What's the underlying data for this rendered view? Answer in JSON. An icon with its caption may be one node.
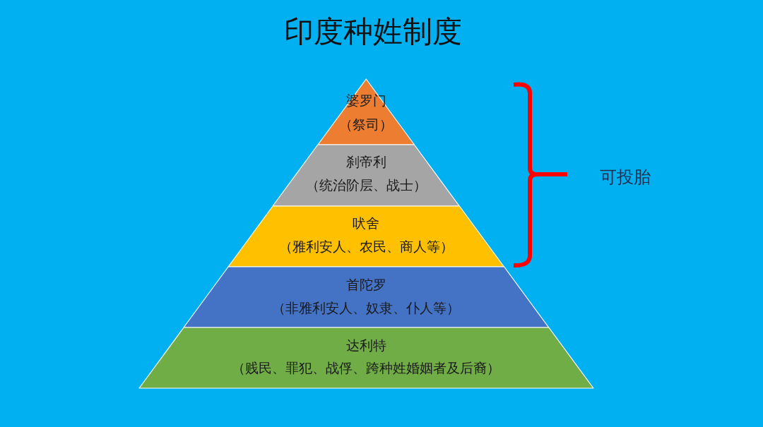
{
  "diagram": {
    "title": "印度种姓制度",
    "nodes": [
      {
        "text": [
          "婆罗门",
          "（祭司）"
        ]
      },
      {
        "text": [
          "刹帝利",
          "（统治阶层、战士）"
        ]
      },
      {
        "text": [
          "吠舍",
          "（雅利安人、农民、商人等）"
        ]
      },
      {
        "text": [
          "首陀罗",
          "（非雅利安人、奴隶、仆人等）"
        ]
      },
      {
        "text": [
          "达利特",
          "（贱民、罪犯、战俘、跨种姓婚姻者及后裔）"
        ]
      }
    ],
    "labels": [
      "可投胎"
    ]
  }
}
